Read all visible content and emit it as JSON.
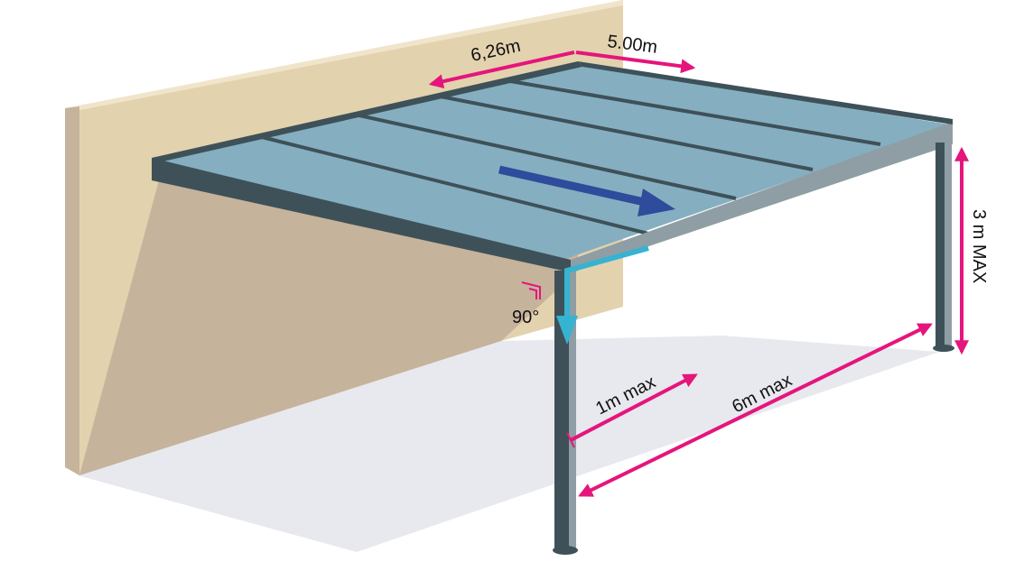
{
  "colors": {
    "wall_front": "#e3d2ae",
    "wall_shadow": "#c6b39b",
    "wall_edge": "#f0e5cb",
    "ground_shadow": "#e8e8ef",
    "frame": "#3e5159",
    "frame_light": "#8f9ea4",
    "glass": "#85afc0",
    "glass_dark": "#6c97aa",
    "dimension": "#e5157c",
    "flow_arrow": "#2f4b9c",
    "water": "#36b3d1"
  },
  "icons": {
    "slope": "arrow-right-icon",
    "drain": "arrow-down-icon",
    "angle": "right-angle-icon"
  },
  "labels": {
    "width": "6,26m",
    "depth": "5.00m",
    "height": "3 m MAX",
    "angle": "90°",
    "overhang": "1m max",
    "span": "6m max"
  }
}
